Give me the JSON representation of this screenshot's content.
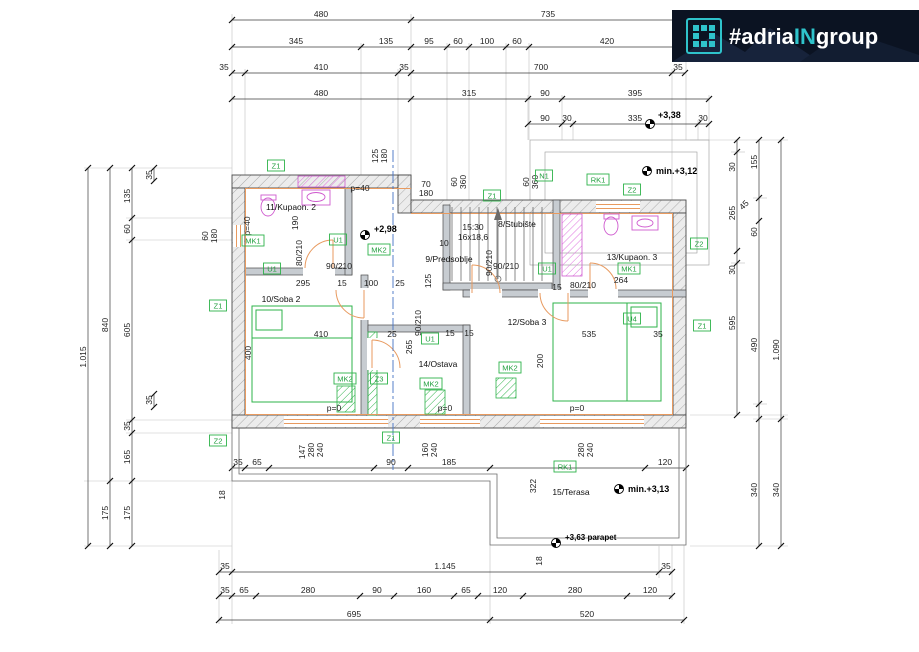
{
  "logo": {
    "hash": "#adria",
    "highlight": "IN",
    "suffix": "group"
  },
  "tags": {
    "z1": "Z1",
    "z2": "Z2",
    "z3": "Z3",
    "mk1": "MK1",
    "mk2": "MK2",
    "u1": "U1",
    "u4": "U4",
    "n1": "N1",
    "rk1": "RK1"
  },
  "rooms": {
    "r8": "8/Stubište",
    "r9": "9/Predsoblje",
    "r10": "10/Soba 2",
    "r11": "11/Kupaon. 2",
    "r12": "12/Soba 3",
    "r13": "13/Kupaon. 3",
    "r14": "14/Ostava",
    "r15": "15/Terasa"
  },
  "elevations": {
    "e1": "+3,38",
    "e2": "min.+3,12",
    "e3": "+2,98",
    "e4": "min.+3,13",
    "e5": "+3,63 parapet"
  },
  "stairs": {
    "ratio": "15:30",
    "steps": "16x18,6",
    "num": "10"
  },
  "dims": {
    "top1": [
      "480",
      "735"
    ],
    "top2": [
      "345",
      "135",
      "95",
      "60",
      "100",
      "60",
      "420"
    ],
    "top3": [
      "35",
      "410",
      "35",
      "700",
      "35"
    ],
    "top4": [
      "480",
      "315",
      "90",
      "395"
    ],
    "top5": [
      "90",
      "30",
      "335",
      "30"
    ],
    "left": [
      "1.015",
      "840",
      "175",
      "135",
      "60",
      "605",
      "35",
      "165",
      "175",
      "35",
      "35"
    ],
    "right": [
      "30",
      "155",
      "265",
      "45",
      "60",
      "30",
      "595",
      "490",
      "1.090",
      "340",
      "340"
    ],
    "bottom1": [
      "35",
      "1.145",
      "35"
    ],
    "bottom2": [
      "35",
      "65",
      "280",
      "90",
      "160",
      "65",
      "120",
      "280",
      "120"
    ],
    "bottom3": [
      "695",
      "520"
    ],
    "terrace_row": [
      "35",
      "65",
      "90",
      "185",
      "120"
    ],
    "windows": {
      "d147": "147",
      "w1": [
        "280",
        "240"
      ],
      "w2": [
        "160",
        "240"
      ],
      "w3": [
        "280",
        "240"
      ]
    },
    "doors": {
      "d80a": "80/210",
      "d80b": "80/210",
      "d90a": "90/210",
      "d90b": "90/210",
      "d90c": "90/210",
      "d90d": "90/210"
    },
    "interior": {
      "wl60": "60",
      "wl180": "180",
      "p40a": "p=40",
      "p40b": "p=40",
      "d190": "190",
      "wt125": "125",
      "wt180": "180",
      "wt70": "70",
      "wt180b": "180",
      "v60a": "60",
      "v360a": "360",
      "v60b": "60",
      "v360b": "360",
      "s2_295": "295",
      "s2_15": "15",
      "s2_100": "100",
      "s2_25a": "25",
      "s2_410": "410",
      "s2_25b": "25",
      "s2_400": "400",
      "hall125": "125",
      "ost265": "265",
      "ost15a": "15",
      "ost15b": "15",
      "s3_535": "535",
      "s3_200": "200",
      "s3_35": "35",
      "b13_264": "264",
      "b13_15": "15",
      "t322": "322",
      "t18a": "18",
      "t18b": "18",
      "p0": "p=0"
    }
  }
}
